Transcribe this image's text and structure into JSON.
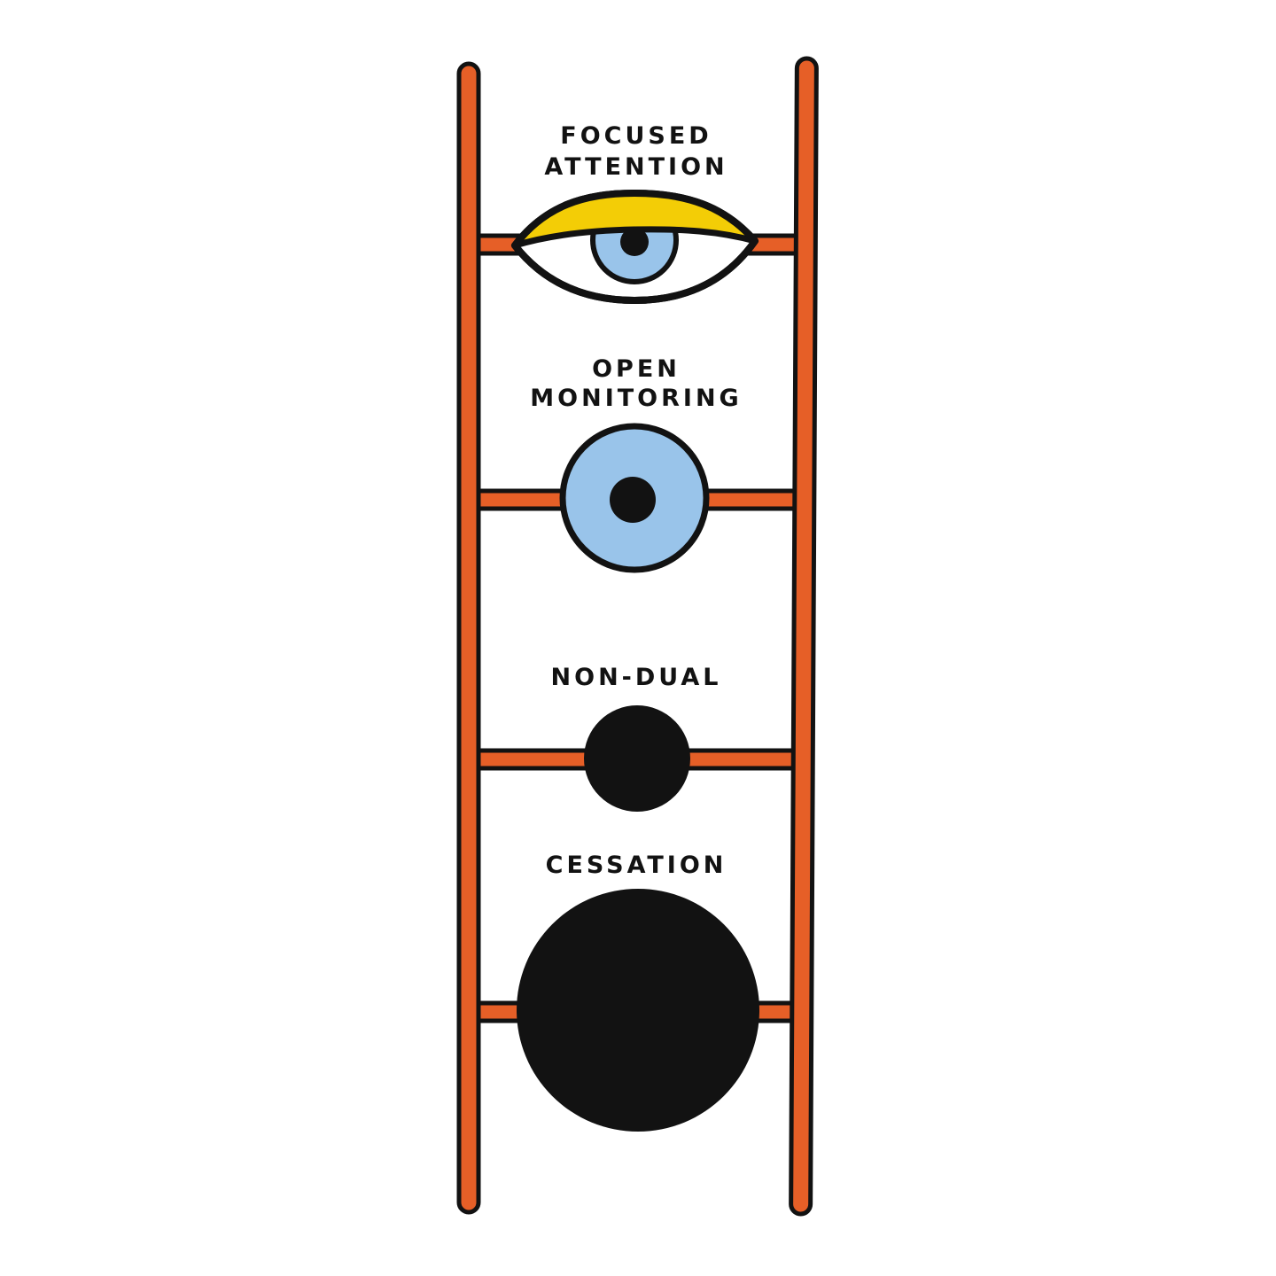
{
  "colors": {
    "background": "#FFFFFF",
    "orange": "#E65F27",
    "yellow": "#F3CD06",
    "blue": "#99C4EA",
    "ink": "#121212",
    "white": "#FFFFFF"
  },
  "ladder": {
    "rail_count": 2,
    "rung_count": 4
  },
  "stages": [
    {
      "id": "focused-attention",
      "rung": 1,
      "icon": "half-open-eye-icon",
      "lines": [
        "FOCUSED",
        "ATTENTION"
      ]
    },
    {
      "id": "open-monitoring",
      "rung": 2,
      "icon": "open-eye-icon",
      "lines": [
        "OPEN",
        "MONITORING"
      ]
    },
    {
      "id": "non-dual",
      "rung": 3,
      "icon": "small-black-dot-icon",
      "lines": [
        "NON-DUAL"
      ]
    },
    {
      "id": "cessation",
      "rung": 4,
      "icon": "large-black-dot-icon",
      "lines": [
        "CESSATION"
      ]
    }
  ]
}
